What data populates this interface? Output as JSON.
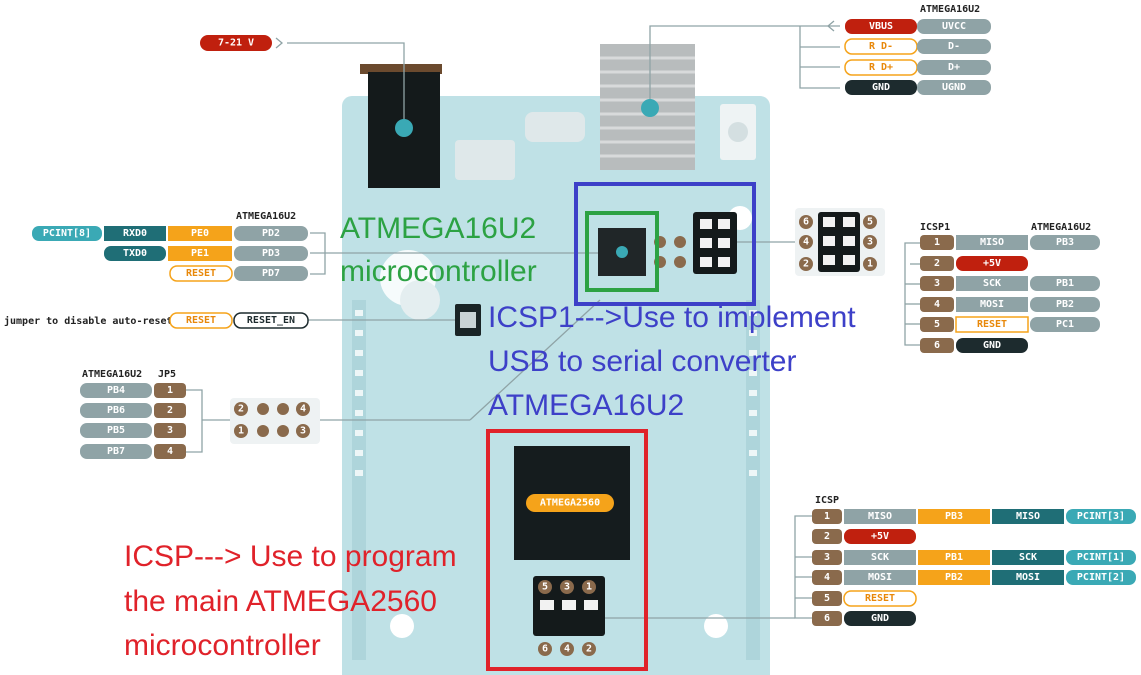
{
  "colors": {
    "board": "#bfe1e6",
    "teal": "#3aa9b5",
    "brown": "#8a6a4c",
    "gray": "#8fa3a6",
    "orange": "#f5a31a",
    "red": "#c0200e",
    "dark": "#1d2b2e",
    "green_note": "#2ca243",
    "blue_note": "#3d40c8",
    "red_note": "#e0222a"
  },
  "power": {
    "label": "7-21 V"
  },
  "usb": {
    "header": "ATMEGA16U2",
    "rows": [
      {
        "left": "VBUS",
        "right": "UVCC"
      },
      {
        "left": "R D-",
        "right": "D-"
      },
      {
        "left": "R D+",
        "right": "D+"
      },
      {
        "left": "GND",
        "right": "UGND"
      }
    ]
  },
  "left_pins": {
    "header": "ATMEGA16U2",
    "row1": [
      "PCINT[8]",
      "RXD0",
      "PE0",
      "PD2"
    ],
    "row2": [
      "TXD0",
      "PE1",
      "PD3"
    ],
    "row3": [
      "RESET",
      "PD7"
    ]
  },
  "jumper": {
    "label": "jumper to disable auto-reset",
    "a": "RESET",
    "b": "RESET_EN"
  },
  "jp5": {
    "header_a": "ATMEGA16U2",
    "header_b": "JP5",
    "rows": [
      {
        "port": "PB4",
        "num": "1"
      },
      {
        "port": "PB6",
        "num": "2"
      },
      {
        "port": "PB5",
        "num": "3"
      },
      {
        "port": "PB7",
        "num": "4"
      }
    ],
    "dots_top": [
      "2",
      "4"
    ],
    "dots_bottom": [
      "1",
      "3"
    ]
  },
  "icsp1": {
    "header_a": "ICSP1",
    "header_b": "ATMEGA16U2",
    "rows": [
      {
        "num": "1",
        "name": "MISO",
        "port": "PB3"
      },
      {
        "num": "2",
        "name": "+5V",
        "port": ""
      },
      {
        "num": "3",
        "name": "SCK",
        "port": "PB1"
      },
      {
        "num": "4",
        "name": "MOSI",
        "port": "PB2"
      },
      {
        "num": "5",
        "name": "RESET",
        "port": "PC1"
      },
      {
        "num": "6",
        "name": "GND",
        "port": ""
      }
    ],
    "header_nums": [
      [
        "6",
        "5"
      ],
      [
        "4",
        "3"
      ],
      [
        "2",
        "1"
      ]
    ]
  },
  "icsp": {
    "header": "ICSP",
    "rows": [
      {
        "num": "1",
        "name": "MISO",
        "port": "PB3",
        "func": "MISO",
        "pcint": "PCINT[3]"
      },
      {
        "num": "2",
        "name": "+5V",
        "port": "",
        "func": "",
        "pcint": ""
      },
      {
        "num": "3",
        "name": "SCK",
        "port": "PB1",
        "func": "SCK",
        "pcint": "PCINT[1]"
      },
      {
        "num": "4",
        "name": "MOSI",
        "port": "PB2",
        "func": "MOSI",
        "pcint": "PCINT[2]"
      },
      {
        "num": "5",
        "name": "RESET",
        "port": "",
        "func": "",
        "pcint": ""
      },
      {
        "num": "6",
        "name": "GND",
        "port": "",
        "func": "",
        "pcint": ""
      }
    ],
    "top_nums": [
      "5",
      "3",
      "1"
    ],
    "bottom_nums": [
      "6",
      "4",
      "2"
    ]
  },
  "chip_main": {
    "label": "ATMEGA2560"
  },
  "notes": {
    "green": [
      "ATMEGA16U2",
      "microcontroller"
    ],
    "blue": [
      "ICSP1--->Use to implement",
      "USB to serial converter",
      "ATMEGA16U2"
    ],
    "red": [
      "ICSP---> Use to program",
      "the main ATMEGA2560",
      "microcontroller"
    ]
  }
}
